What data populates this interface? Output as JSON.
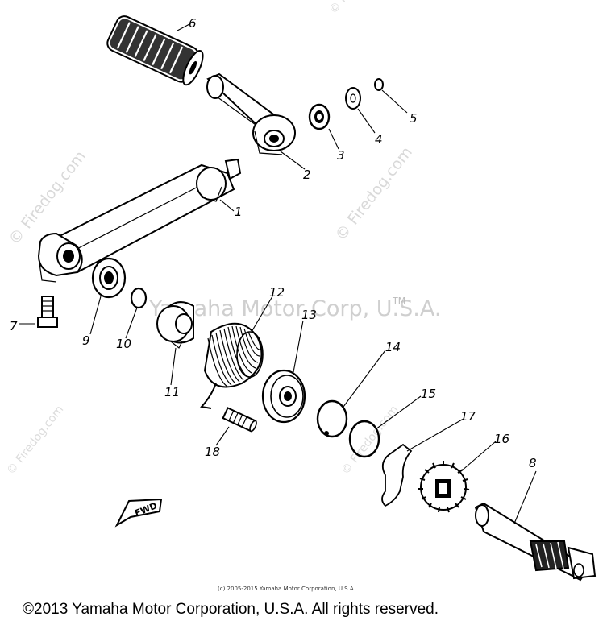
{
  "diagram": {
    "callouts": [
      {
        "id": "p1",
        "label": "1"
      },
      {
        "id": "p2",
        "label": "2"
      },
      {
        "id": "p3",
        "label": "3"
      },
      {
        "id": "p4",
        "label": "4"
      },
      {
        "id": "p5",
        "label": "5"
      },
      {
        "id": "p6",
        "label": "6"
      },
      {
        "id": "p7",
        "label": "7"
      },
      {
        "id": "p8",
        "label": "8"
      },
      {
        "id": "p9",
        "label": "9"
      },
      {
        "id": "p10",
        "label": "10"
      },
      {
        "id": "p11",
        "label": "11"
      },
      {
        "id": "p12",
        "label": "12"
      },
      {
        "id": "p13",
        "label": "13"
      },
      {
        "id": "p14",
        "label": "14"
      },
      {
        "id": "p15",
        "label": "15"
      },
      {
        "id": "p16",
        "label": "16"
      },
      {
        "id": "p17",
        "label": "17"
      },
      {
        "id": "p18",
        "label": "18"
      }
    ],
    "direction_label": "FWD",
    "center_watermark": "Yamaha Motor Corp, U.S.A.",
    "trademark": "TM",
    "small_copyright": "(c) 2005-2015 Yamaha Motor Corporation, U.S.A.",
    "footer": "©2013 Yamaha Motor Corporation, U.S.A. All rights reserved.",
    "watermark_text": "© Firedog.com"
  }
}
